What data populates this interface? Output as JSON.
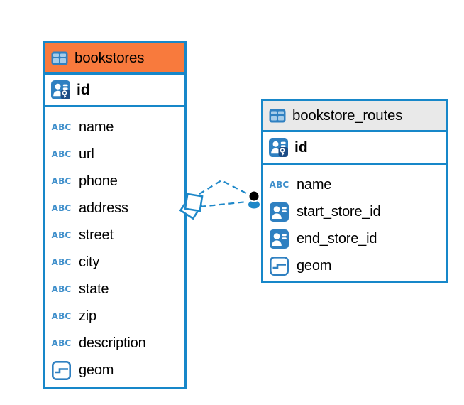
{
  "colors": {
    "table_border": "#1787C9",
    "bookstores_header_bg": "#F87A3D",
    "routes_header_bg": "#E9E9E9",
    "icon_blue": "#2F80C1",
    "icon_cell": "#A6CCE9",
    "icon_key_patch": "#1C4C86",
    "abc_blue": "#3F8FCB",
    "connector_blue": "#1E88C9",
    "endpoint_black": "#000000"
  },
  "icons": {
    "abc_label": "ABC"
  },
  "tables": [
    {
      "name": "bookstores",
      "primary_key": "id",
      "columns": [
        {
          "name": "name",
          "type": "text"
        },
        {
          "name": "url",
          "type": "text"
        },
        {
          "name": "phone",
          "type": "text"
        },
        {
          "name": "address",
          "type": "text"
        },
        {
          "name": "street",
          "type": "text"
        },
        {
          "name": "city",
          "type": "text"
        },
        {
          "name": "state",
          "type": "text"
        },
        {
          "name": "zip",
          "type": "text"
        },
        {
          "name": "description",
          "type": "text"
        },
        {
          "name": "geom",
          "type": "geometry"
        }
      ]
    },
    {
      "name": "bookstore_routes",
      "primary_key": "id",
      "columns": [
        {
          "name": "name",
          "type": "text"
        },
        {
          "name": "start_store_id",
          "type": "reference"
        },
        {
          "name": "end_store_id",
          "type": "reference"
        },
        {
          "name": "geom",
          "type": "geometry"
        }
      ]
    }
  ],
  "relationship": {
    "from_table": "bookstores",
    "to_table": "bookstore_routes",
    "style": "dashed",
    "line_count": 2
  }
}
